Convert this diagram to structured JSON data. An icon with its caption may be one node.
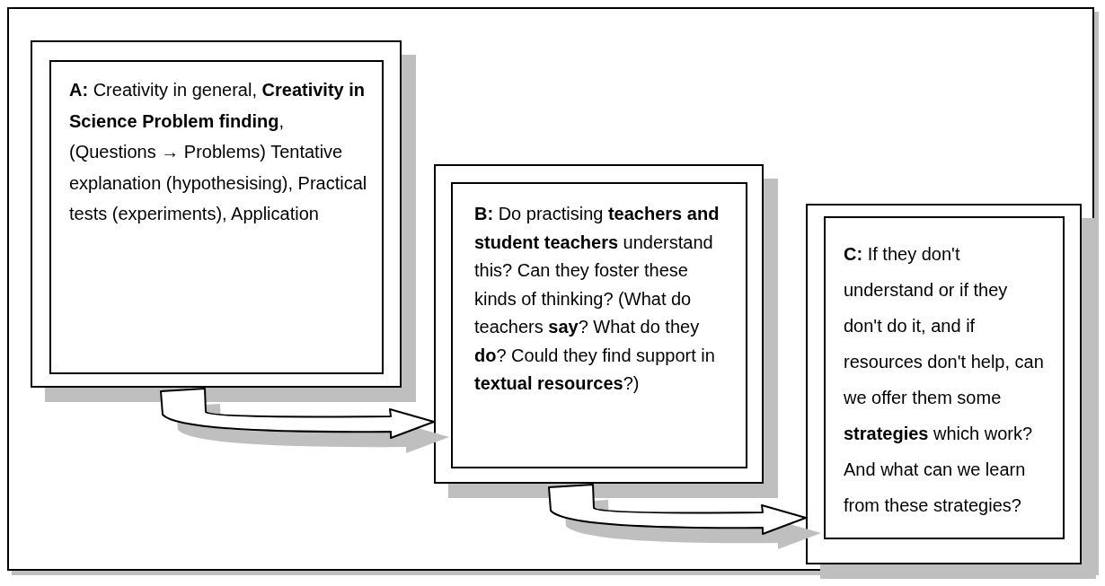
{
  "diagram": {
    "nodes": [
      {
        "text": [
          "**A:** Creativity in general, **Creativity in Science Problem finding**, (Questions → Problems) Tentative explanation (hypothesising), Practical tests (experiments), Application"
        ]
      },
      {
        "text": [
          "**B:** Do practising **teachers and student teachers** understand this? Can they foster these kinds of thinking? (What do teachers **say**? What do they **do**? Could they find support in **textual resources**?)"
        ]
      },
      {
        "text": [
          "**C:** If they don't understand or if they don't do it, and if resources don't help, can we offer them some **strategies** which work? And what can we learn from these strategies?"
        ]
      }
    ],
    "edges": [
      {
        "from": 0,
        "to": 1,
        "arrow": "to"
      },
      {
        "from": 1,
        "to": 2,
        "arrow": "to"
      }
    ]
  }
}
